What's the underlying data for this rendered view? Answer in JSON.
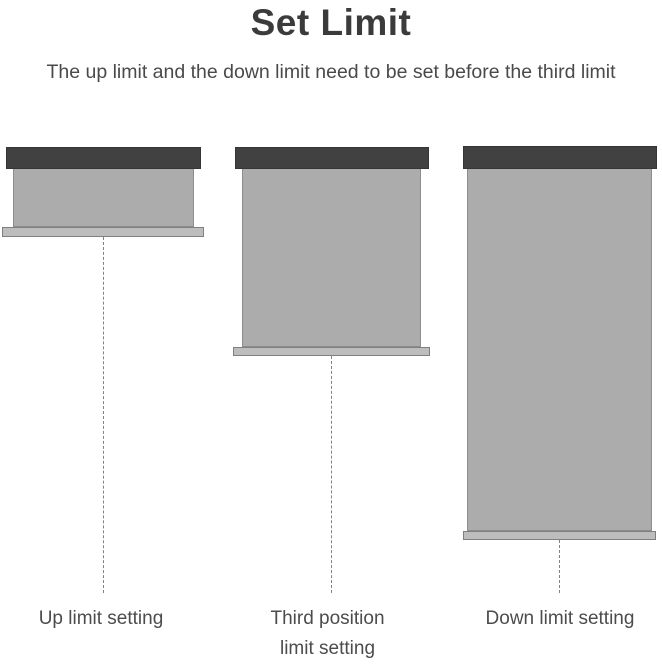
{
  "page": {
    "title": "Set Limit",
    "subtitle": "The up limit and the down limit need to be set before the third limit"
  },
  "shades": [
    {
      "id": "up-limit",
      "state": "rolled-up",
      "label": "Up limit setting"
    },
    {
      "id": "third-position-limit",
      "state": "half-open",
      "label": "Third position\nlimit setting"
    },
    {
      "id": "down-limit",
      "state": "fully-extended",
      "label": "Down limit setting"
    }
  ],
  "colors": {
    "background": "#ffffff",
    "headrail_bar": "#414141",
    "headrail_border": "#353535",
    "fabric": "#acacac",
    "fabric_border": "#8d8d8d",
    "bottom_bar": "#bdbdbd",
    "bottom_bar_border": "#7f7f7f",
    "dashed_line": "#828282",
    "title_text": "#3b3b3b",
    "subtitle_text": "#4a4a4a",
    "label_text": "#4c4c4c"
  }
}
